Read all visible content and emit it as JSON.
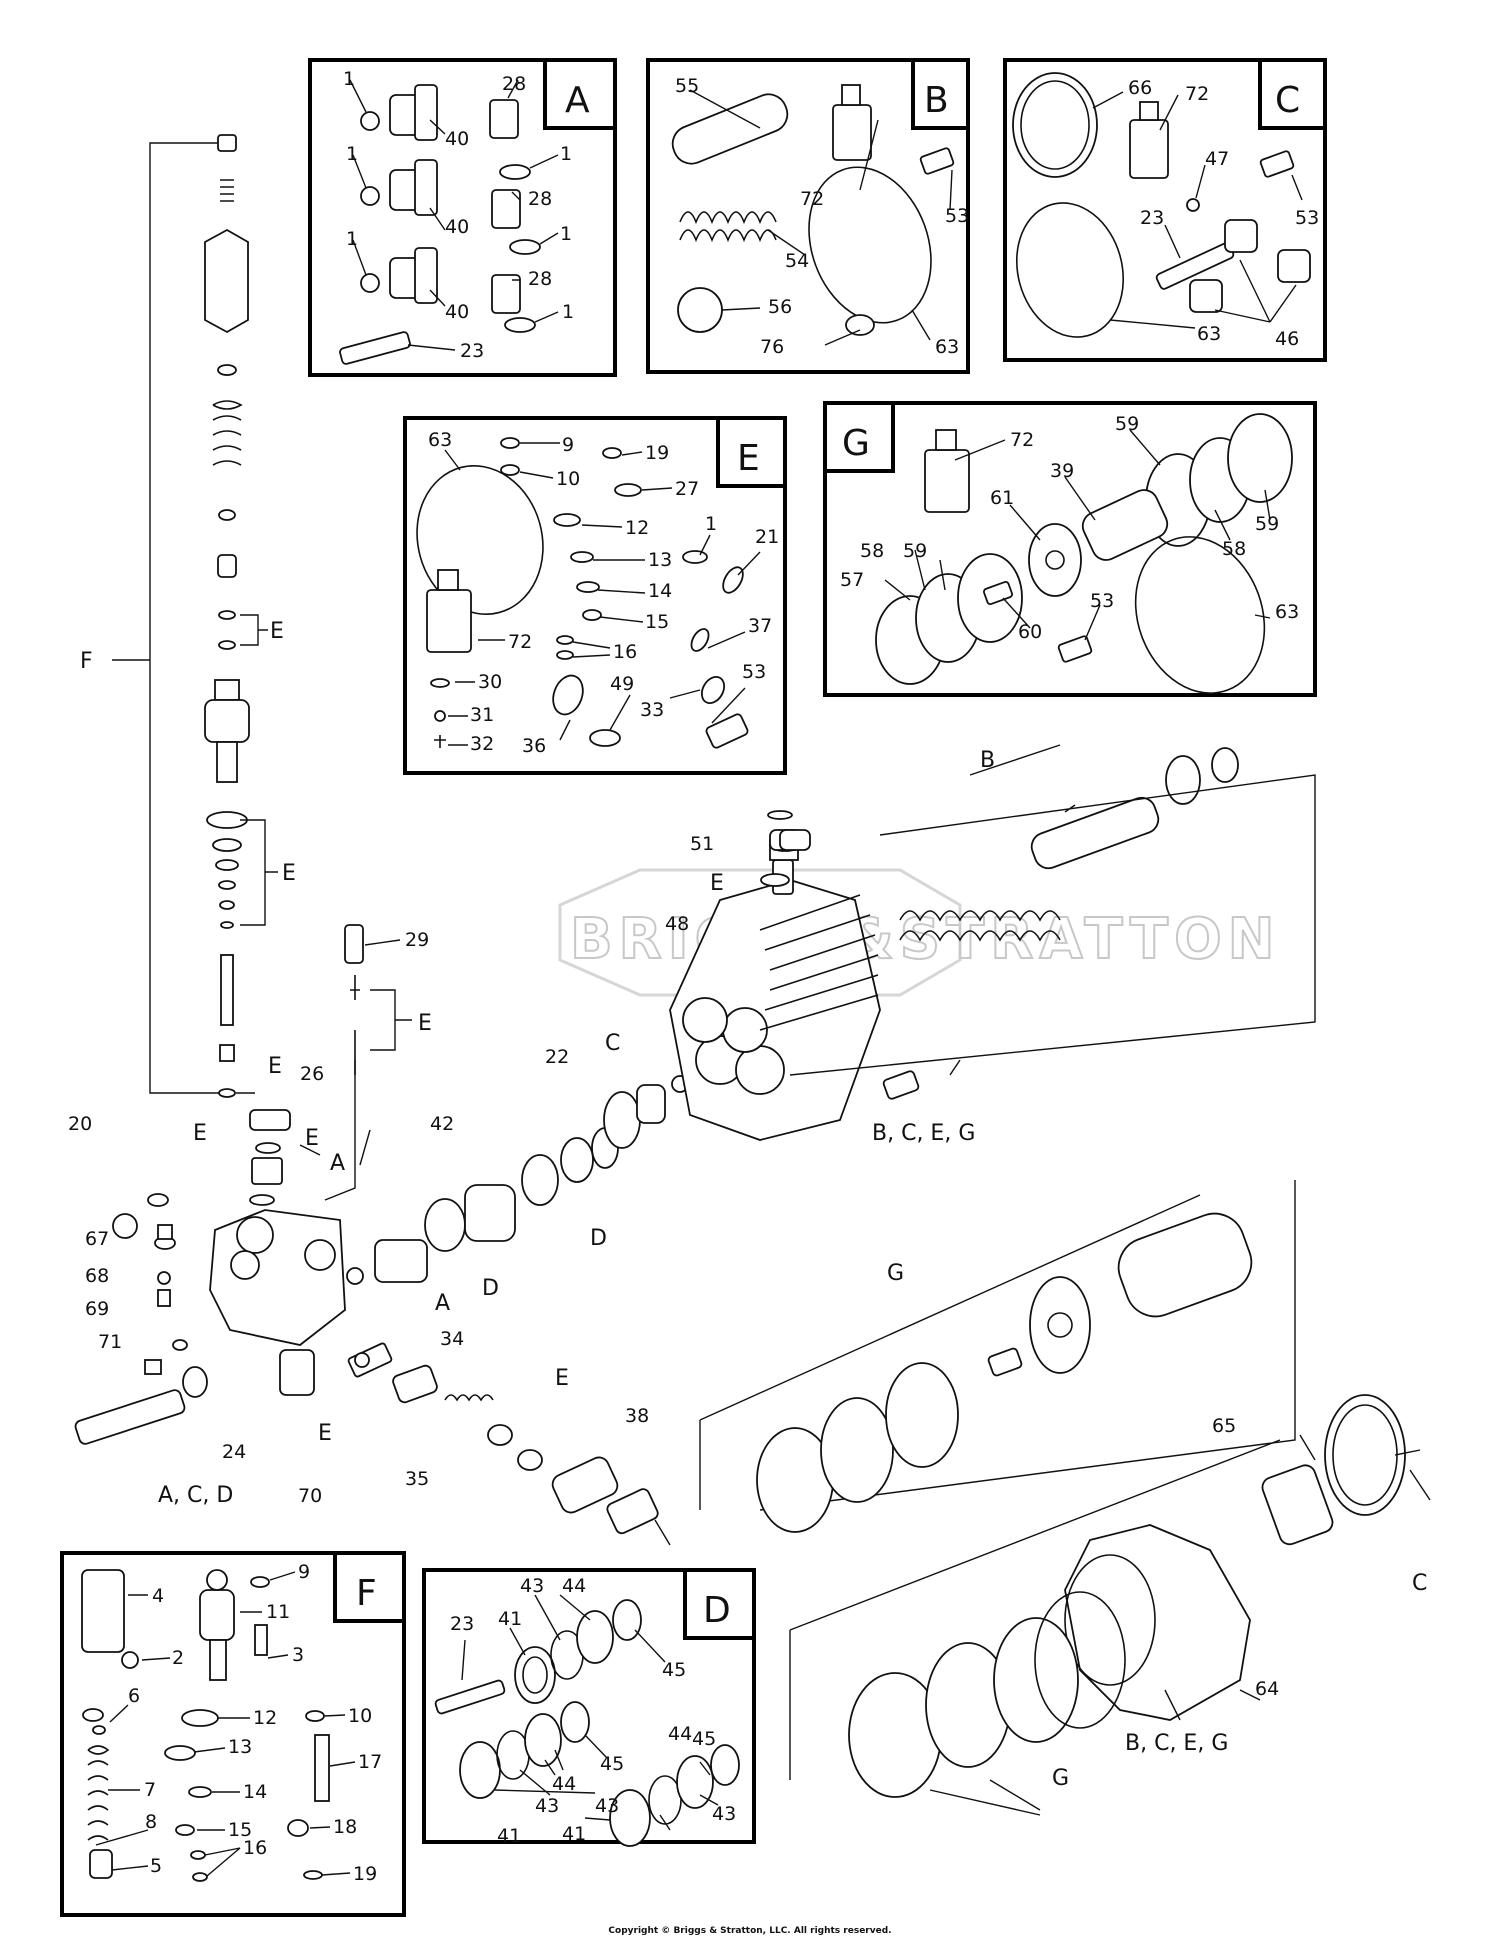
{
  "watermark": "BRIGGS&STRATTON",
  "copyright": "Copyright © Briggs & Stratton, LLC. All rights reserved.",
  "kits": {
    "A": {
      "letter": "A",
      "labels": [
        "1",
        "28",
        "40",
        "1",
        "1",
        "28",
        "40",
        "1",
        "1",
        "28",
        "40",
        "1",
        "23"
      ]
    },
    "B": {
      "letter": "B",
      "labels": [
        "55",
        "72",
        "53",
        "54",
        "56",
        "76",
        "63"
      ]
    },
    "C": {
      "letter": "C",
      "labels": [
        "66",
        "72",
        "47",
        "53",
        "23",
        "63",
        "46"
      ]
    },
    "E": {
      "letter": "E",
      "labels": [
        "63",
        "9",
        "19",
        "10",
        "27",
        "12",
        "1",
        "13",
        "21",
        "14",
        "15",
        "37",
        "72",
        "16",
        "53",
        "30",
        "49",
        "33",
        "31",
        "32",
        "36"
      ]
    },
    "G": {
      "letter": "G",
      "labels": [
        "72",
        "59",
        "39",
        "61",
        "58",
        "59",
        "59",
        "58",
        "57",
        "60",
        "53",
        "63"
      ]
    },
    "F": {
      "letter": "F",
      "labels": [
        "4",
        "9",
        "11",
        "2",
        "3",
        "6",
        "12",
        "10",
        "13",
        "17",
        "7",
        "14",
        "8",
        "15",
        "18",
        "5",
        "16",
        "19"
      ]
    },
    "D": {
      "letter": "D",
      "labels": [
        "43",
        "44",
        "23",
        "41",
        "45",
        "44",
        "45",
        "43",
        "44",
        "45",
        "41",
        "43",
        "41",
        "43"
      ]
    }
  },
  "main_labels": [
    "F",
    "E",
    "E",
    "29",
    "E",
    "51",
    "E",
    "48",
    "C",
    "22",
    "42",
    "E",
    "26",
    "E",
    "A",
    "20",
    "E",
    "67",
    "68",
    "69",
    "A",
    "D",
    "D",
    "71",
    "34",
    "E",
    "24",
    "E",
    "70",
    "35",
    "38",
    "B",
    "B, C, E, G",
    "G",
    "65",
    "C",
    "64",
    "B, C, E, G",
    "G",
    "A, C, D"
  ]
}
